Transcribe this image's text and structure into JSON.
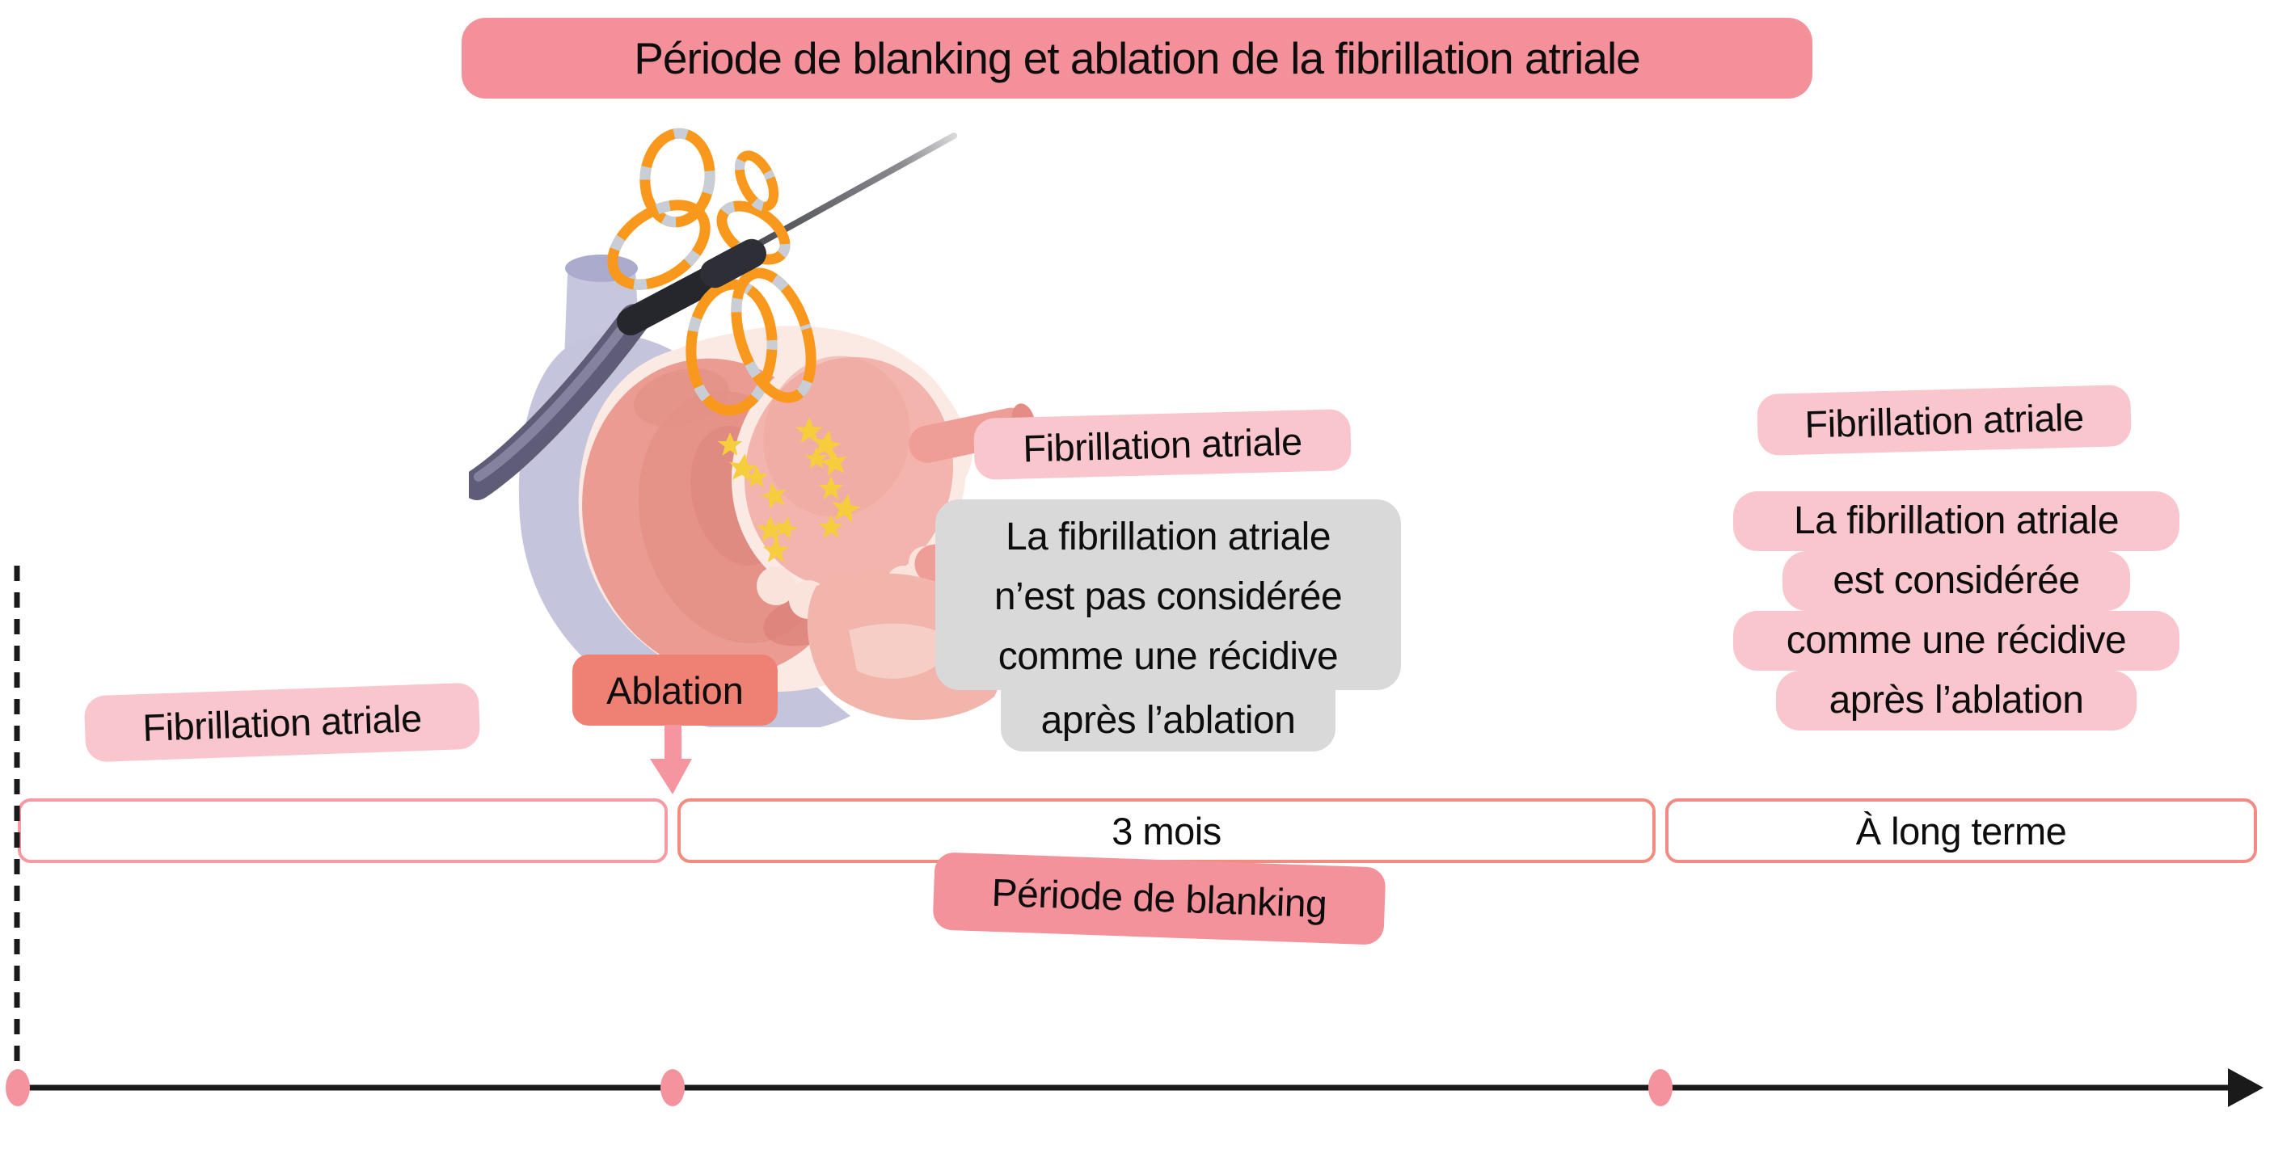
{
  "title": "Période de blanking et ablation de la fibrillation atriale",
  "labels": {
    "fibrillation_left": "Fibrillation atriale",
    "fibrillation_middle": "Fibrillation atriale",
    "fibrillation_right": "Fibrillation atriale",
    "ablation": "Ablation",
    "blanking": "Période de blanking"
  },
  "callouts": {
    "no_recurrence": {
      "lines": [
        "La fibrillation atriale",
        "n’est pas considérée",
        "comme une récidive",
        "après l’ablation"
      ]
    },
    "recurrence": {
      "lines": [
        "La fibrillation atriale",
        "est considérée",
        "comme une récidive",
        "après l’ablation"
      ]
    }
  },
  "timeline": {
    "segments": [
      {
        "label": ""
      },
      {
        "label": "3 mois"
      },
      {
        "label": "À long terme"
      }
    ]
  },
  "illustration": {
    "name": "cardiac-ablation-catheter-in-heart",
    "description": "Cross-section of heart with multi-loop mapping/ablation catheter entering the atrium; yellow stars mark fibrillation foci",
    "star_count": 14
  },
  "colors": {
    "banner_pink": "#F4909A",
    "label_light_pink": "#F9C6CD",
    "callout_gray": "#D9D9D9",
    "ablation_red": "#EE8173",
    "arrow_pink": "#F5959F",
    "blanking_pink": "#F4929C",
    "timeline_border_left": "#F59AA2",
    "timeline_border_mid": "#F08D7E",
    "timeline_border_right": "#F28B84",
    "dot_pink": "#F4939D",
    "axis_black": "#1A1A1A",
    "star_yellow": "#F6CD3C",
    "catheter_orange": "#F8991D"
  }
}
